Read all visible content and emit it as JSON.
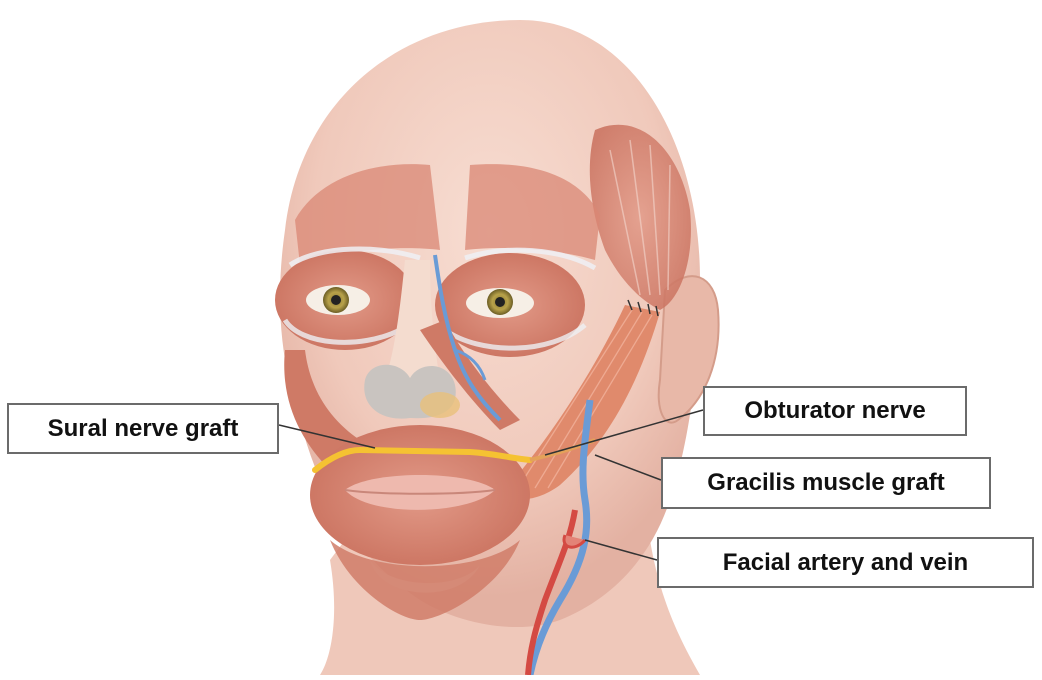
{
  "labels": {
    "sural_nerve_graft": "Sural nerve graft",
    "obturator_nerve": "Obturator nerve",
    "gracilis_muscle_graft": "Gracilis muscle graft",
    "facial_artery_and_vein": "Facial artery and vein"
  },
  "colors": {
    "skin": "#f2cfc2",
    "muscle": "#d98774",
    "muscle_dark": "#c96f5c",
    "fascia": "#eef0f4",
    "nerve_graft": "#f5c232",
    "vein": "#6a9bd6",
    "artery": "#d44a43",
    "label_border": "#6b6b6b"
  }
}
